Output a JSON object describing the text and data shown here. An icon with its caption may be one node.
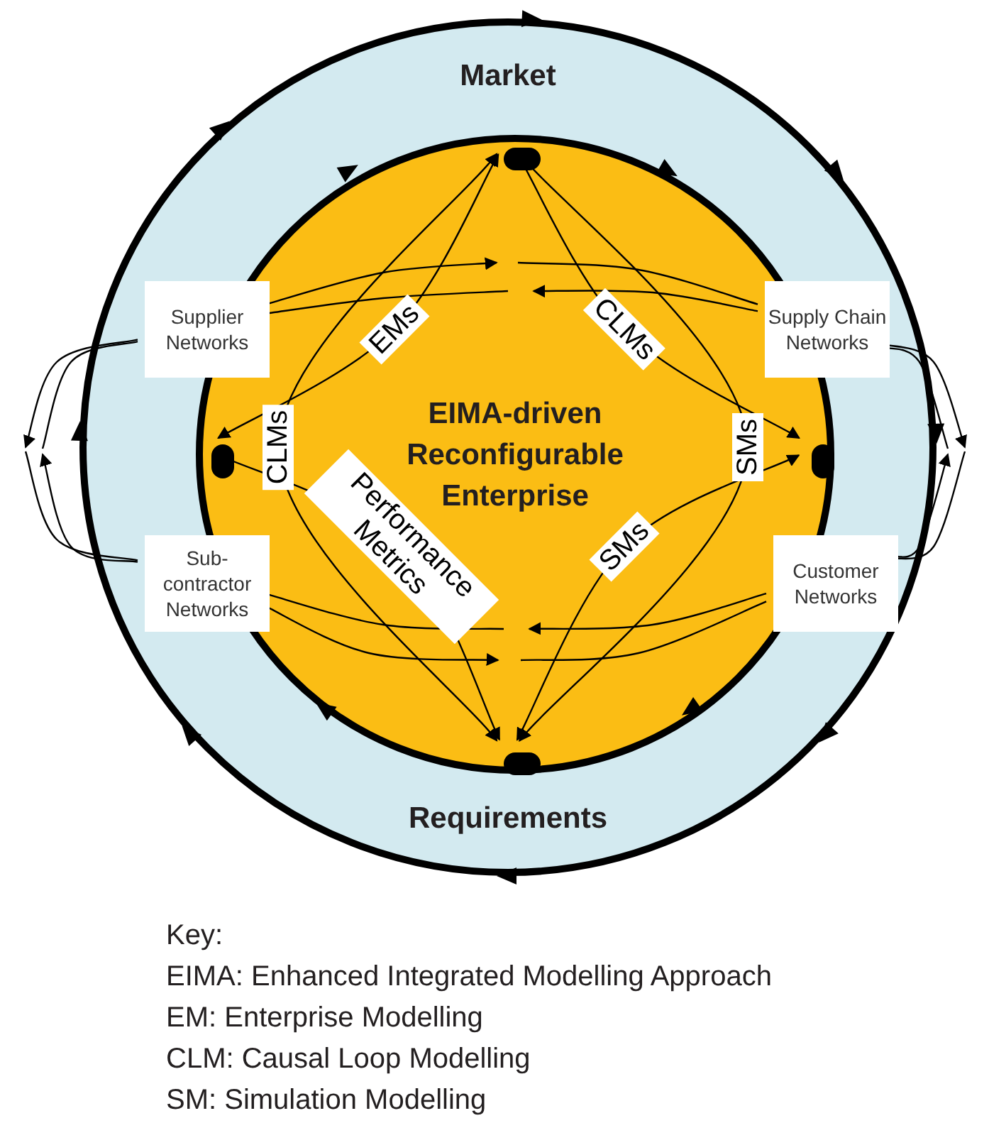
{
  "diagram": {
    "nodes": [
      {
        "text": [
          "Market",
          "Requirements"
        ]
      },
      {
        "text": [
          "EIMA-driven Reconfigurable Enterprise"
        ],
        "in": 0
      },
      {
        "text": [
          "Supplier Networks"
        ],
        "in": 0
      },
      {
        "text": [
          "Supply Chain Networks"
        ],
        "in": 0
      },
      {
        "text": [
          "Sub-contractor Networks"
        ],
        "in": 0
      },
      {
        "text": [
          "Customer Networks"
        ],
        "in": 0
      },
      {
        "text": [],
        "shape": "circle",
        "in": 1
      },
      {
        "text": [],
        "shape": "circle",
        "in": 1
      },
      {
        "text": [],
        "shape": "circle",
        "in": 1
      },
      {
        "text": [],
        "shape": "circle",
        "in": 1
      }
    ],
    "edges": [
      {
        "from": 7,
        "to": 6,
        "arrow": "both",
        "label": "EMs"
      },
      {
        "from": 6,
        "to": 9,
        "arrow": "both",
        "label": "CLMs"
      },
      {
        "from": 6,
        "to": 8,
        "arrow": "both",
        "label": "CLMs"
      },
      {
        "from": 6,
        "to": 9,
        "arrow": "both",
        "label": "SMs"
      },
      {
        "from": 8,
        "to": 9,
        "arrow": "both",
        "label": "SMs"
      },
      {
        "from": 7,
        "to": 9,
        "arrow": "both",
        "label": "Performance Metrics"
      },
      {
        "from": 2,
        "to": null,
        "arrow": "to"
      },
      {
        "from": null,
        "to": 3,
        "arrow": "none"
      },
      {
        "from": 3,
        "to": null,
        "arrow": "to"
      },
      {
        "from": null,
        "to": 2,
        "arrow": "none"
      },
      {
        "from": 5,
        "to": null,
        "arrow": "to"
      },
      {
        "from": null,
        "to": 4,
        "arrow": "none"
      },
      {
        "from": 4,
        "to": null,
        "arrow": "to"
      },
      {
        "from": null,
        "to": 5,
        "arrow": "none"
      },
      {
        "from": 2,
        "to": null,
        "arrow": "to"
      },
      {
        "from": null,
        "to": 4,
        "arrow": "none"
      },
      {
        "from": 4,
        "to": null,
        "arrow": "to"
      },
      {
        "from": null,
        "to": 2,
        "arrow": "none"
      },
      {
        "from": 3,
        "to": null,
        "arrow": "to"
      },
      {
        "from": null,
        "to": 5,
        "arrow": "none"
      },
      {
        "from": 5,
        "to": null,
        "arrow": "to"
      },
      {
        "from": null,
        "to": 3,
        "arrow": "none"
      }
    ],
    "labels": [
      "Key:",
      "EIMA: Enhanced Integrated Modelling Approach",
      "EM: Enterprise Modelling",
      "CLM: Causal Loop Modelling",
      "SM: Simulation Modelling"
    ]
  }
}
